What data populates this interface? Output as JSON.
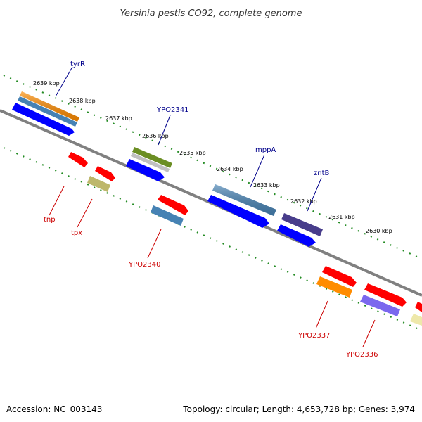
{
  "title": "Yersinia pestis CO92, complete genome",
  "accession_label": "Accession: NC_003143",
  "topology_label": "Topology: circular; Length: 4,653,728 bp; Genes: 3,974",
  "kbp_ticks": [
    "2639 kbp",
    "2638 kbp",
    "2637 kbp",
    "2636 kbp",
    "2635 kbp",
    "2634 kbp",
    "2633 kbp",
    "2632 kbp",
    "2631 kbp",
    "2630 kbp"
  ],
  "top_gene_labels": [
    "tyrR",
    "YPO2341",
    "mppA",
    "zntB"
  ],
  "bottom_gene_labels": [
    "tnp",
    "tpx",
    "YPO2340",
    "YPO2337",
    "YPO2336"
  ],
  "colors": {
    "backbone": "#808080",
    "tick_marks": "#228b22",
    "top_label": "#00008b",
    "bottom_label": "#cc0000",
    "cds_blue": "#0000ff",
    "cds_red": "#ff0000",
    "orange": "#ff8c00",
    "steelblue": "#4682b4",
    "olive": "#6b8e23",
    "khaki": "#bdb76b",
    "darkslate": "#483d8b",
    "mediumslate": "#7b68ee",
    "paleyellow": "#eee8aa",
    "silver": "#c0c0c0"
  }
}
